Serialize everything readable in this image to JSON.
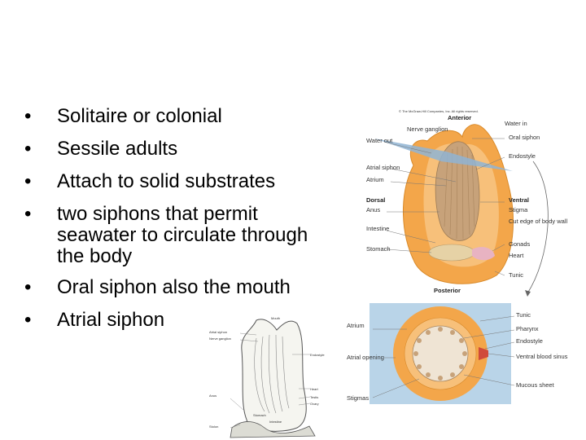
{
  "bullets": [
    "Solitaire or colonial",
    "Sessile adults",
    "Attach to solid substrates",
    "two siphons that permit seawater to circulate through the body",
    "Oral siphon also the mouth",
    "Atrial siphon"
  ],
  "bullet_glyph": "•",
  "diagram": {
    "copyright": "© The McGraw-Hill Companies, Inc. All rights reserved.",
    "anterior": "Anterior",
    "posterior": "Posterior",
    "dorsal": "Dorsal",
    "ventral": "Ventral",
    "left_labels": [
      "Water out",
      "Nerve ganglion",
      "Atrial siphon",
      "Atrium",
      "Anus",
      "Intestine",
      "Stomach"
    ],
    "right_labels": [
      "Water in",
      "Oral siphon",
      "Endostyle",
      "Stigma",
      "Cut edge of body wall",
      "Gonads",
      "Heart",
      "Tunic"
    ],
    "section_left": [
      "Atrium",
      "Atrial opening",
      "Stigmas"
    ],
    "section_right": [
      "Tunic",
      "Pharynx",
      "Endostyle",
      "Ventral blood sinus",
      "Mucous sheet"
    ],
    "colors": {
      "tunic": "#f3a64a",
      "body": "#c7a27a",
      "section_bg": "#b9d4e8",
      "plane": "#8fb4d4"
    }
  },
  "sketch": {
    "labels": [
      "Mouth",
      "Atrial siphon",
      "Nerve ganglion",
      "Endostyle",
      "Heart",
      "Testis",
      "Ovary",
      "Anus",
      "Stomach",
      "Intestine",
      "Stolon"
    ]
  }
}
